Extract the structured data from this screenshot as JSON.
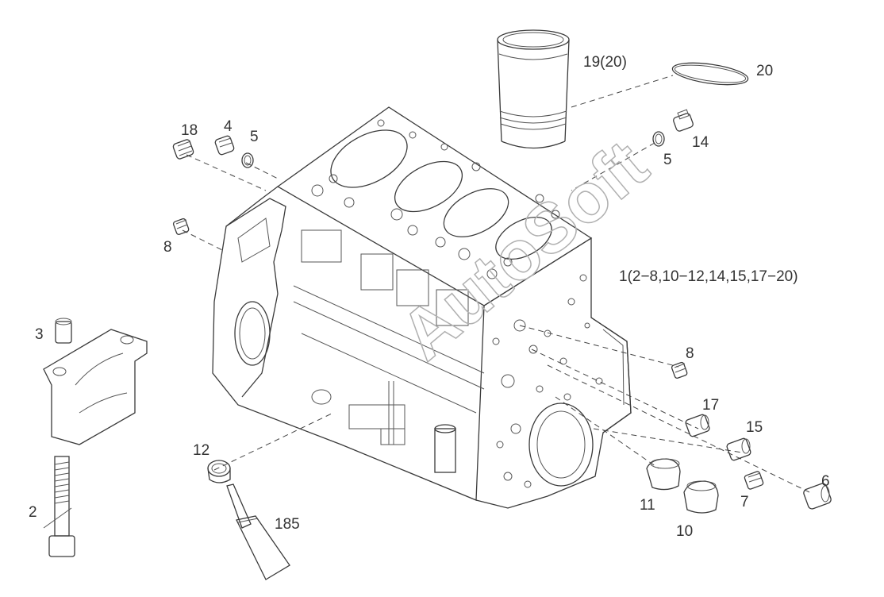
{
  "labels": {
    "p18": "18",
    "p4": "4",
    "p5a": "5",
    "p8a": "8",
    "p19": "19(20)",
    "p20": "20",
    "p14": "14",
    "p5b": "5",
    "p1": "1(2−8,10−12,14,15,17−20)",
    "p3": "3",
    "p8b": "8",
    "p17": "17",
    "p15": "15",
    "p12": "12",
    "p6": "6",
    "p7": "7",
    "p11": "11",
    "p10": "10",
    "p2": "2",
    "p185": "185"
  },
  "watermark": "AutoSoft"
}
